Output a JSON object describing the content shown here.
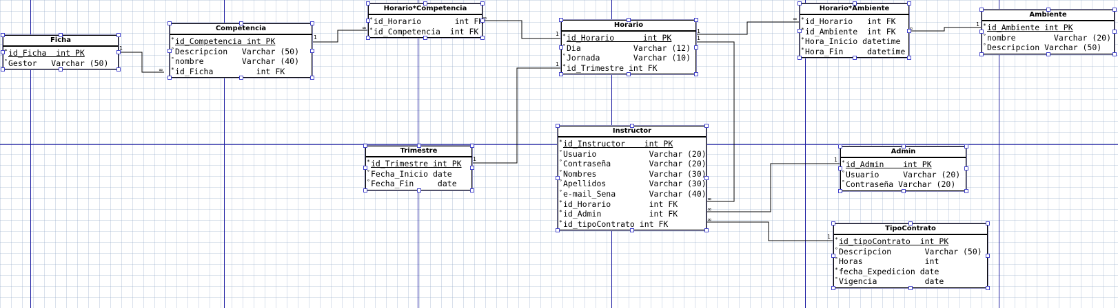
{
  "entities": {
    "ficha": {
      "title": "Ficha",
      "attrs": [
        {
          "marker": "*",
          "text": "id_Ficha  int PK",
          "pk": true
        },
        {
          "marker": "°",
          "text": "Gestor   Varchar (50)",
          "pk": false
        }
      ]
    },
    "competencia": {
      "title": "Competencia",
      "attrs": [
        {
          "marker": "*",
          "text": "id_Competencia int PK",
          "pk": true
        },
        {
          "marker": "°",
          "text": "Descripcion   Varchar (50)",
          "pk": false
        },
        {
          "marker": "°",
          "text": "nombre        Varchar (40)",
          "pk": false
        },
        {
          "marker": "*",
          "text": "id_Ficha         int FK",
          "pk": false
        }
      ]
    },
    "horario_competencia": {
      "title": "Horario*Competencia",
      "attrs": [
        {
          "marker": "*",
          "text": "id_Horario       int FK",
          "pk": false
        },
        {
          "marker": "*",
          "text": "id_Competencia  int FK",
          "pk": false
        }
      ]
    },
    "horario": {
      "title": "Horario",
      "attrs": [
        {
          "marker": "*",
          "text": "id_Horario      int PK",
          "pk": true
        },
        {
          "marker": "°",
          "text": "Dia           Varchar (12)",
          "pk": false
        },
        {
          "marker": "°",
          "text": "Jornada       Varchar (10)",
          "pk": false
        },
        {
          "marker": "*",
          "text": "id_Trimestre int FK",
          "pk": false
        }
      ]
    },
    "horario_ambiente": {
      "title": "Horario*Ambiente",
      "attrs": [
        {
          "marker": "*",
          "text": "id_Horario   int FK",
          "pk": false
        },
        {
          "marker": "*",
          "text": "id_Ambiente  int FK",
          "pk": false
        },
        {
          "marker": "*",
          "text": "Hora_Inicio datetime",
          "pk": false
        },
        {
          "marker": "*",
          "text": "Hora_Fin     datetime",
          "pk": false
        }
      ]
    },
    "ambiente": {
      "title": "Ambiente",
      "attrs": [
        {
          "marker": "*",
          "text": "id_Ambiente int PK",
          "pk": true
        },
        {
          "marker": "°",
          "text": "nombre        Varchar (20)",
          "pk": false
        },
        {
          "marker": "°",
          "text": "Descripcion Varchar (50)",
          "pk": false
        }
      ]
    },
    "trimestre": {
      "title": "Trimestre",
      "attrs": [
        {
          "marker": "*",
          "text": "id_Trimestre int PK",
          "pk": true
        },
        {
          "marker": "°",
          "text": "Fecha_Inicio date",
          "pk": false
        },
        {
          "marker": "°",
          "text": "Fecha_Fin     date",
          "pk": false
        }
      ]
    },
    "instructor": {
      "title": "Instructor",
      "attrs": [
        {
          "marker": "*",
          "text": "id_Instructor    int PK",
          "pk": true
        },
        {
          "marker": "°",
          "text": "Usuario           Varchar (20)",
          "pk": false
        },
        {
          "marker": "°",
          "text": "Contraseña        Varchar (20)",
          "pk": false
        },
        {
          "marker": "°",
          "text": "Nombres           Varchar (30)",
          "pk": false
        },
        {
          "marker": "°",
          "text": "Apellidos         Varchar (30)",
          "pk": false
        },
        {
          "marker": "°",
          "text": "e-mail_Sena       Varchar (40)",
          "pk": false
        },
        {
          "marker": "*",
          "text": "id_Horario        int FK",
          "pk": false
        },
        {
          "marker": "*",
          "text": "id_Admin          int FK",
          "pk": false
        },
        {
          "marker": "*",
          "text": "id_tipoContrato int FK",
          "pk": false
        }
      ]
    },
    "admin": {
      "title": "Admin",
      "attrs": [
        {
          "marker": "*",
          "text": "id_Admin    int PK",
          "pk": true
        },
        {
          "marker": "°",
          "text": "Usuario     Varchar (20)",
          "pk": false
        },
        {
          "marker": "°",
          "text": "Contraseña Varchar (20)",
          "pk": false
        }
      ]
    },
    "tipocontrato": {
      "title": "TipoContrato",
      "attrs": [
        {
          "marker": "*",
          "text": "id_tipoContrato  int PK",
          "pk": true
        },
        {
          "marker": "°",
          "text": "Descripcion       Varchar (50)",
          "pk": false
        },
        {
          "marker": "°",
          "text": "Horas             int",
          "pk": false
        },
        {
          "marker": "*",
          "text": "fecha_Expedicion date",
          "pk": false
        },
        {
          "marker": "°",
          "text": "Vigencia          date",
          "pk": false
        }
      ]
    }
  },
  "cardinality": {
    "one": "1",
    "many": "∞"
  }
}
